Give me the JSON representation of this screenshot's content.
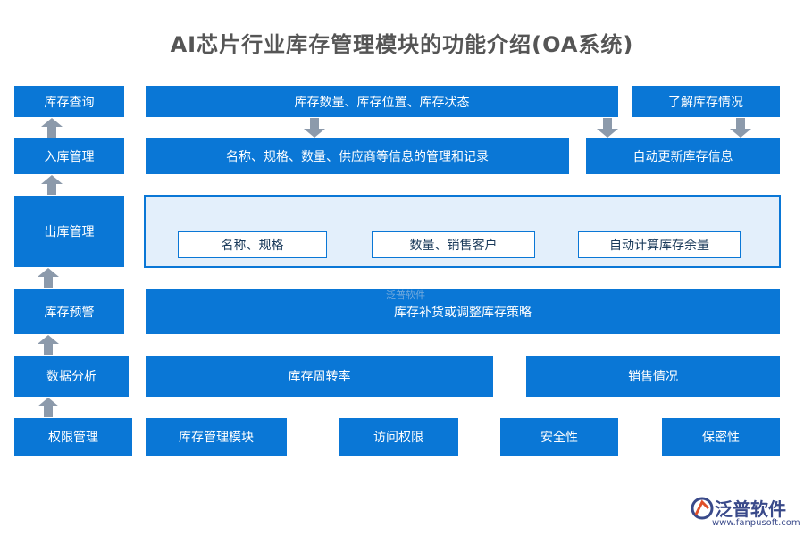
{
  "title": "AI芯片行业库存管理模块的功能介绍(OA系统)",
  "left_column": [
    {
      "id": "l1",
      "label": "库存查询"
    },
    {
      "id": "l2",
      "label": "入库管理"
    },
    {
      "id": "l3",
      "label": "出库管理"
    },
    {
      "id": "l4",
      "label": "库存预警"
    },
    {
      "id": "l5",
      "label": "数据分析"
    },
    {
      "id": "l6",
      "label": "权限管理"
    }
  ],
  "row1": {
    "main": "库存数量、库存位置、库存状态",
    "right": "了解库存情况"
  },
  "row2": {
    "main": "名称、规格、数量、供应商等信息的管理和记录",
    "right": "自动更新库存信息"
  },
  "row3": {
    "items": [
      "名称、规格",
      "数量、销售客户",
      "自动计算库存余量"
    ]
  },
  "row4": {
    "main": "库存补货或调整库存策略"
  },
  "row5": {
    "left": "库存周转率",
    "right": "销售情况"
  },
  "row6": {
    "items": [
      "库存管理模块",
      "访问权限",
      "安全性",
      "保密性"
    ]
  },
  "watermark": "泛普软件",
  "logo": {
    "name": "泛普软件",
    "url": "www.fanpusoft.com"
  },
  "colors": {
    "primary": "#0a77d6",
    "panel": "#e3effb",
    "arrow": "#8c9aab"
  }
}
